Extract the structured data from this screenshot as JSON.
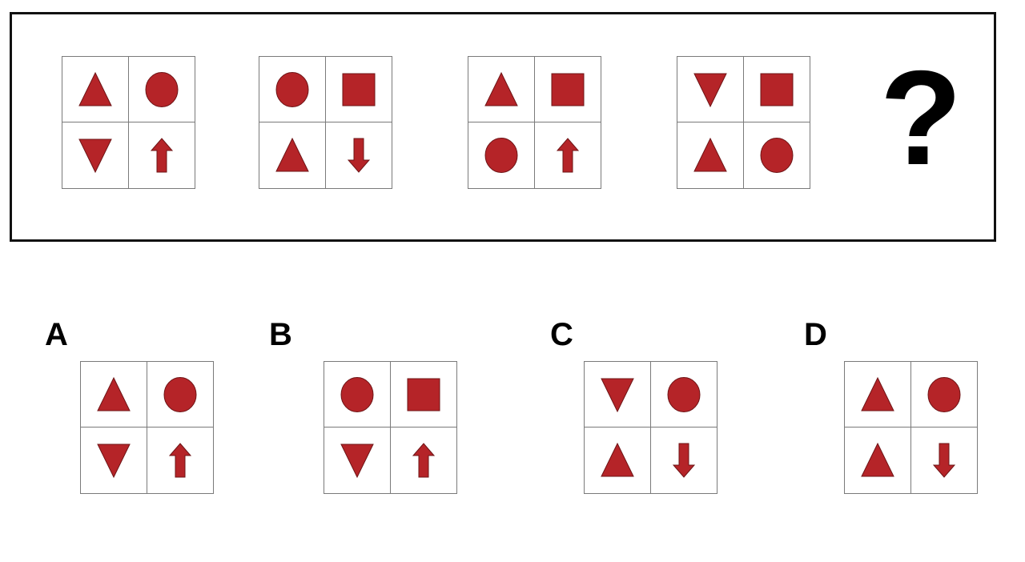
{
  "shape_color": "#b52428",
  "shape_stroke": "#6e1416",
  "question_mark": "?",
  "sequence": [
    {
      "cells": [
        "triangle-up-icon",
        "circle-icon",
        "triangle-down-icon",
        "arrow-up-icon"
      ]
    },
    {
      "cells": [
        "circle-icon",
        "square-icon",
        "triangle-up-icon",
        "arrow-down-icon"
      ]
    },
    {
      "cells": [
        "triangle-up-icon",
        "square-icon",
        "circle-icon",
        "arrow-up-icon"
      ]
    },
    {
      "cells": [
        "triangle-down-icon",
        "square-icon",
        "triangle-up-icon",
        "circle-icon"
      ]
    }
  ],
  "options": [
    {
      "label": "A",
      "cells": [
        "triangle-up-icon",
        "circle-icon",
        "triangle-down-icon",
        "arrow-up-icon"
      ]
    },
    {
      "label": "B",
      "cells": [
        "circle-icon",
        "square-icon",
        "triangle-down-icon",
        "arrow-up-icon"
      ]
    },
    {
      "label": "C",
      "cells": [
        "triangle-down-icon",
        "circle-icon",
        "triangle-up-icon",
        "arrow-down-icon"
      ]
    },
    {
      "label": "D",
      "cells": [
        "triangle-up-icon",
        "circle-icon",
        "triangle-up-icon",
        "arrow-down-icon"
      ]
    }
  ]
}
